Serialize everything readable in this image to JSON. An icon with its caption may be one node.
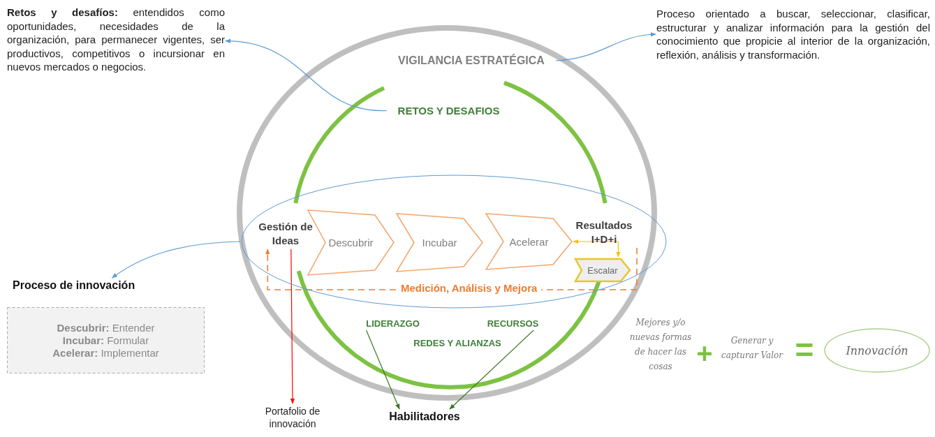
{
  "diagram": {
    "nodes": [
      {
        "text": [
          "**Retos y desafíos:** entendidos como oportunidades, necesidades de la organización, para permanecer vigentes, ser productivos, competitivos o incursionar en nuevos mercados o negocios."
        ]
      },
      {
        "text": [
          "VIGILANCIA ESTRATÉGICA"
        ]
      },
      {
        "text": [
          "Proceso orientado a buscar, seleccionar, clasificar, estructurar y analizar información para la gestión del conocimiento que propicie al interior de la organización, reflexión, análisis y transformación."
        ]
      },
      {
        "text": [
          "RETOS Y DESAFIOS"
        ]
      },
      {
        "text": [],
        "shape": "ellipse"
      },
      {
        "text": [
          "Gestión de Ideas"
        ],
        "in": 4
      },
      {
        "text": [
          "Descubrir"
        ],
        "in": 4
      },
      {
        "text": [
          "Incubar"
        ],
        "in": 4
      },
      {
        "text": [
          "Acelerar"
        ],
        "in": 4
      },
      {
        "text": [
          "Resultados I+D+i"
        ],
        "in": 4
      },
      {
        "text": [
          "Escalar"
        ],
        "in": 4
      },
      {
        "text": [
          "Proceso de innovación"
        ]
      },
      {
        "text": [
          "**Descubrir:** Entender",
          "**Incubar:** Formular",
          "**Acelerar:** Implementar"
        ]
      },
      {
        "text": [
          "LIDERAZGO"
        ]
      },
      {
        "text": [
          "RECURSOS"
        ]
      },
      {
        "text": [
          "Habilitadores"
        ]
      },
      {
        "text": [
          "Portafolio de innovación"
        ]
      },
      {
        "text": [
          "Innovación"
        ]
      }
    ],
    "edges": [
      {
        "from": 3,
        "to": 0,
        "arrow": "to"
      },
      {
        "from": 1,
        "to": 2,
        "arrow": "to"
      },
      {
        "from": 4,
        "to": 11,
        "arrow": "to"
      },
      {
        "from": 9,
        "to": 5,
        "arrow": "to",
        "label": "Medición, Análisis y Mejora",
        "style": "dashed",
        "color": "#ed7d31"
      },
      {
        "from": 8,
        "to": 10,
        "arrow": "both",
        "color": "#ffc000"
      },
      {
        "from": 5,
        "to": 16,
        "arrow": "to",
        "color": "#ff0000"
      },
      {
        "from": 13,
        "to": 15,
        "arrow": "to",
        "color": "#38761d"
      },
      {
        "from": 14,
        "to": 15,
        "arrow": "to",
        "color": "#38761d"
      }
    ],
    "labels": [
      "REDES Y ALIANZAS",
      "Mejores y/o nuevas formas de hacer las cosas",
      "+",
      "Generar y capturar Valor",
      "="
    ]
  }
}
